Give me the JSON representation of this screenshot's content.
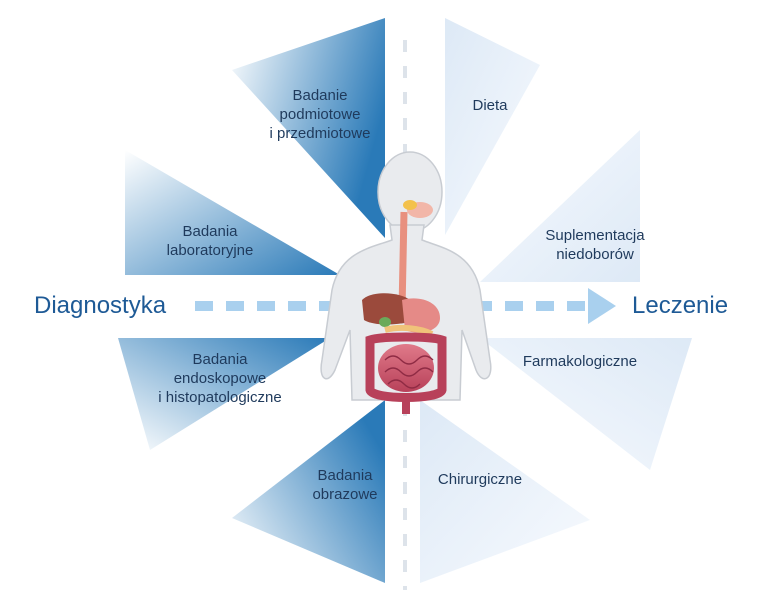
{
  "left_heading": "Diagnostyka",
  "right_heading": "Leczenie",
  "diagnosis": [
    {
      "label": "Badanie\npodmiotowe\ni przedmiotowe"
    },
    {
      "label": "Badania\nlaboratoryjne"
    },
    {
      "label": "Badania\nendoskopowe\ni histopatologiczne"
    },
    {
      "label": "Badania\nobrazowe"
    }
  ],
  "treatment": [
    {
      "label": "Dieta"
    },
    {
      "label": "Suplementacja\nniedoborów"
    },
    {
      "label": "Farmakologiczne"
    },
    {
      "label": "Chirurgiczne"
    }
  ],
  "colors": {
    "diagnosis_dark": "#2a7ab8",
    "diagnosis_light": "#eaf3fa",
    "treatment_dark": "#dde9f6",
    "treatment_light": "#f7fafe",
    "heading": "#1e5a96",
    "arrow": "#a9d0ee",
    "text": "#1f3a5c"
  },
  "icons": [
    "human-digestive-system-icon",
    "arrow-right-icon"
  ]
}
